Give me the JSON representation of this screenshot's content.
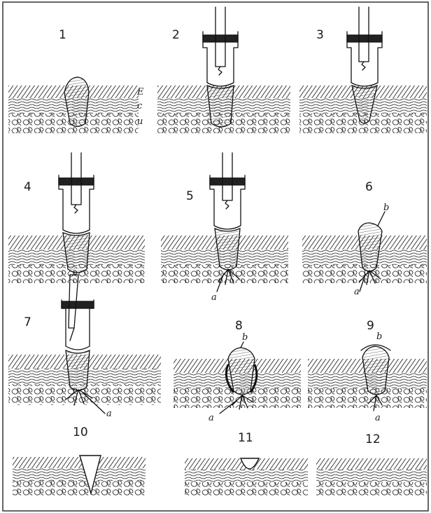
{
  "panels": [
    {
      "number": "1",
      "layer_labels": [
        "E",
        "c",
        "u"
      ]
    },
    {
      "number": "2"
    },
    {
      "number": "3"
    },
    {
      "number": "4"
    },
    {
      "number": "5",
      "label_a": "a"
    },
    {
      "number": "6",
      "label_a": "a",
      "label_b": "b"
    },
    {
      "number": "7",
      "label_a": "a"
    },
    {
      "number": "8",
      "label_a": "a",
      "label_b": "b"
    },
    {
      "number": "9",
      "label_a": "a",
      "label_b": "b"
    },
    {
      "number": "10"
    },
    {
      "number": "11"
    },
    {
      "number": "12"
    }
  ],
  "colors": {
    "ink": "#111111",
    "paper": "#ffffff",
    "hatch": "#222222"
  }
}
